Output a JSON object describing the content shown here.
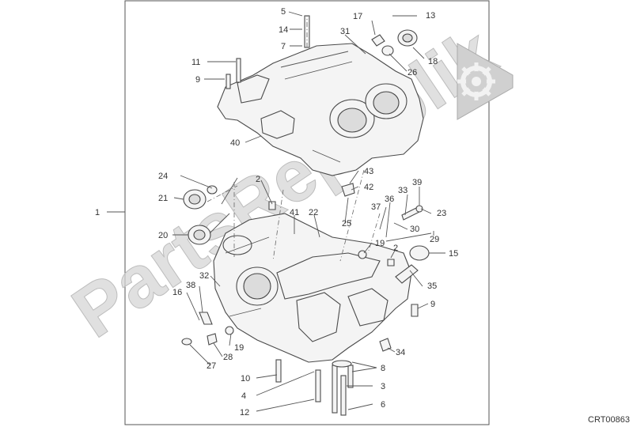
{
  "diagram_code": "CRT00863",
  "watermark": {
    "text": "PartsRepublik",
    "icon": "gear-icon"
  },
  "callouts": [
    {
      "id": "c5",
      "text": "5"
    },
    {
      "id": "c14",
      "text": "14"
    },
    {
      "id": "c7",
      "text": "7"
    },
    {
      "id": "c11",
      "text": "11"
    },
    {
      "id": "c9a",
      "text": "9"
    },
    {
      "id": "c17",
      "text": "17"
    },
    {
      "id": "c13",
      "text": "13"
    },
    {
      "id": "c31",
      "text": "31"
    },
    {
      "id": "c18",
      "text": "18"
    },
    {
      "id": "c26",
      "text": "26"
    },
    {
      "id": "c40",
      "text": "40"
    },
    {
      "id": "c43",
      "text": "43"
    },
    {
      "id": "c42",
      "text": "42"
    },
    {
      "id": "c24",
      "text": "24"
    },
    {
      "id": "c21",
      "text": "21"
    },
    {
      "id": "c2a",
      "text": "2"
    },
    {
      "id": "c1",
      "text": "1"
    },
    {
      "id": "c41",
      "text": "41"
    },
    {
      "id": "c22",
      "text": "22"
    },
    {
      "id": "c20",
      "text": "20"
    },
    {
      "id": "c25",
      "text": "25"
    },
    {
      "id": "c37",
      "text": "37"
    },
    {
      "id": "c36",
      "text": "36"
    },
    {
      "id": "c33",
      "text": "33"
    },
    {
      "id": "c39",
      "text": "39"
    },
    {
      "id": "c23",
      "text": "23"
    },
    {
      "id": "c30",
      "text": "30"
    },
    {
      "id": "c29",
      "text": "29"
    },
    {
      "id": "c19a",
      "text": "19"
    },
    {
      "id": "c2b",
      "text": "2"
    },
    {
      "id": "c15",
      "text": "15"
    },
    {
      "id": "c35",
      "text": "35"
    },
    {
      "id": "c32",
      "text": "32"
    },
    {
      "id": "c38",
      "text": "38"
    },
    {
      "id": "c16",
      "text": "16"
    },
    {
      "id": "c9b",
      "text": "9"
    },
    {
      "id": "c19b",
      "text": "19"
    },
    {
      "id": "c28",
      "text": "28"
    },
    {
      "id": "c27",
      "text": "27"
    },
    {
      "id": "c34",
      "text": "34"
    },
    {
      "id": "c10",
      "text": "10"
    },
    {
      "id": "c8",
      "text": "8"
    },
    {
      "id": "c4",
      "text": "4"
    },
    {
      "id": "c3",
      "text": "3"
    },
    {
      "id": "c12",
      "text": "12"
    },
    {
      "id": "c6",
      "text": "6"
    }
  ]
}
